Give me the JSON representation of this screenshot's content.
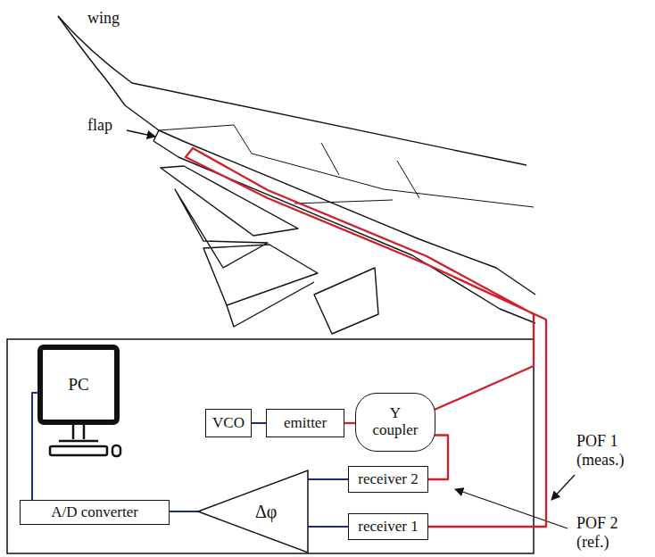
{
  "diagram": {
    "nodes": [
      {
        "text": [
          "PC"
        ]
      },
      {
        "text": [
          "VCO"
        ]
      },
      {
        "text": [
          "emitter"
        ]
      },
      {
        "text": [
          "Y coupler"
        ]
      },
      {
        "text": [
          "receiver 2"
        ]
      },
      {
        "text": [
          "A/D converter"
        ]
      },
      {
        "text": [
          "Δφ"
        ]
      },
      {
        "text": [
          "receiver 1"
        ]
      }
    ],
    "edges": [
      {
        "from": 1,
        "to": 2,
        "arrow": "none"
      },
      {
        "from": 2,
        "to": 3,
        "arrow": "none"
      },
      {
        "from": 3,
        "to": 4,
        "arrow": "none"
      },
      {
        "from": 3,
        "to": 7,
        "arrow": "none"
      },
      {
        "from": 4,
        "to": 6,
        "arrow": "none"
      },
      {
        "from": 7,
        "to": 6,
        "arrow": "none"
      },
      {
        "from": 6,
        "to": 5,
        "arrow": "none"
      },
      {
        "from": 5,
        "to": 0,
        "arrow": "none"
      }
    ],
    "labels": [
      "wing",
      "flap",
      "POF 1 (meas.)",
      "POF 2 (ref.)"
    ]
  }
}
